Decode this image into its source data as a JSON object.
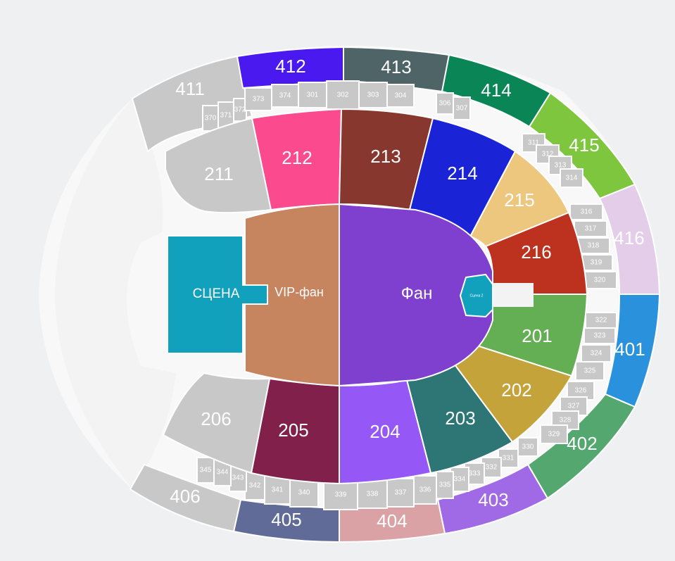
{
  "stage_label": "СЦЕНА",
  "vip_label": "VIP-фан",
  "fan_label": "Фан",
  "stage2_label": "Сцена 2",
  "colors": {
    "background": "#eff0f2",
    "stadium": "#f8f8f8",
    "gray": "#c8c8c8",
    "stage": "#11a1bd",
    "vip": "#c6845f",
    "fan": "#8040cf"
  },
  "sections": {
    "s411": {
      "label": "411",
      "color": "#c8c8c8"
    },
    "s412": {
      "label": "412",
      "color": "#4919f0"
    },
    "s413": {
      "label": "413",
      "color": "#4f6466"
    },
    "s414": {
      "label": "414",
      "color": "#0a8556"
    },
    "s415": {
      "label": "415",
      "color": "#7ec63e"
    },
    "s416": {
      "label": "416",
      "color": "#e4cde9"
    },
    "s401": {
      "label": "401",
      "color": "#2a92dd"
    },
    "s402": {
      "label": "402",
      "color": "#54a86f"
    },
    "s403": {
      "label": "403",
      "color": "#a06ae6"
    },
    "s404": {
      "label": "404",
      "color": "#dba2a6"
    },
    "s405": {
      "label": "405",
      "color": "#616b97"
    },
    "s406": {
      "label": "406",
      "color": "#c8c8c8"
    },
    "s211": {
      "label": "211",
      "color": "#c8c8c8"
    },
    "s212": {
      "label": "212",
      "color": "#fb4a8d"
    },
    "s213": {
      "label": "213",
      "color": "#87372d"
    },
    "s214": {
      "label": "214",
      "color": "#1b23d6"
    },
    "s215": {
      "label": "215",
      "color": "#ecc77d"
    },
    "s216": {
      "label": "216",
      "color": "#bd321e"
    },
    "s201": {
      "label": "201",
      "color": "#64af54"
    },
    "s202": {
      "label": "202",
      "color": "#c5a33b"
    },
    "s203": {
      "label": "203",
      "color": "#2e7676"
    },
    "s204": {
      "label": "204",
      "color": "#9557f5"
    },
    "s205": {
      "label": "205",
      "color": "#81214b"
    },
    "s206": {
      "label": "206",
      "color": "#c8c8c8"
    }
  },
  "boxes": {
    "b301": "301",
    "b302": "302",
    "b303": "303",
    "b304": "304",
    "b306": "306",
    "b307": "307",
    "b311": "311",
    "b312": "312",
    "b313": "313",
    "b314": "314",
    "b316": "316",
    "b317": "317",
    "b318": "318",
    "b319": "319",
    "b320": "320",
    "b322": "322",
    "b323": "323",
    "b324": "324",
    "b325": "325",
    "b326": "326",
    "b327": "327",
    "b328": "328",
    "b329": "329",
    "b330": "330",
    "b331": "331",
    "b332": "332",
    "b333": "333",
    "b334": "334",
    "b335": "335",
    "b336": "336",
    "b337": "337",
    "b338": "338",
    "b339": "339",
    "b340": "340",
    "b341": "341",
    "b342": "342",
    "b343": "343",
    "b344": "344",
    "b345": "345",
    "b370": "370",
    "b371": "371",
    "b372": "372",
    "b373": "373",
    "b374": "374"
  }
}
